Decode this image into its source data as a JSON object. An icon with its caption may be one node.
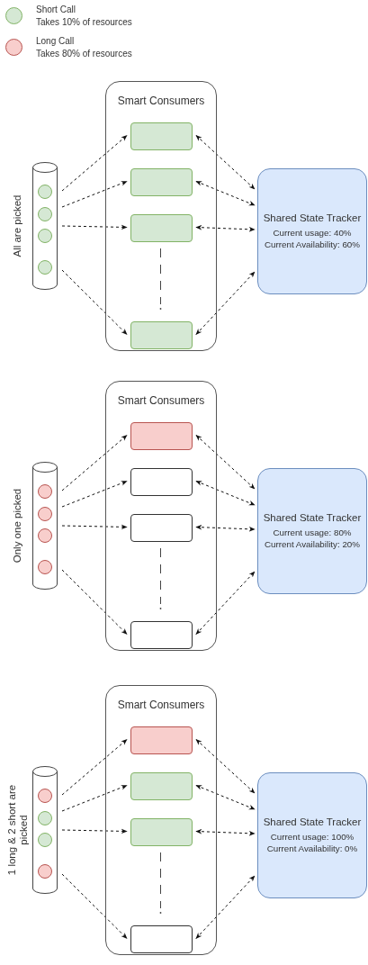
{
  "diagram": {
    "nodes": [
      {
        "text": [],
        "shape": "cylinder",
        "beside": [
          "All are picked"
        ]
      },
      {
        "text": [],
        "shape": "circle",
        "in": 0
      },
      {
        "text": [],
        "shape": "circle",
        "in": 0
      },
      {
        "text": [],
        "shape": "circle",
        "in": 0
      },
      {
        "text": [],
        "shape": "circle",
        "in": 0
      },
      {
        "text": [
          "Smart Consumers"
        ]
      },
      {
        "text": [],
        "shape": "box",
        "in": 5
      },
      {
        "text": [],
        "shape": "box",
        "in": 5
      },
      {
        "text": [],
        "shape": "box",
        "in": 5
      },
      {
        "text": [],
        "shape": "box",
        "in": 5
      },
      {
        "text": [
          "Shared State Tracker",
          "Current usage: 40%",
          "Current Availability: 60%"
        ]
      },
      {
        "text": [],
        "shape": "cylinder",
        "beside": [
          "Only one picked"
        ]
      },
      {
        "text": [],
        "shape": "circle",
        "in": 11
      },
      {
        "text": [],
        "shape": "circle",
        "in": 11
      },
      {
        "text": [],
        "shape": "circle",
        "in": 11
      },
      {
        "text": [],
        "shape": "circle",
        "in": 11
      },
      {
        "text": [
          "Smart Consumers"
        ]
      },
      {
        "text": [],
        "shape": "box",
        "in": 16
      },
      {
        "text": [],
        "shape": "box",
        "in": 16
      },
      {
        "text": [],
        "shape": "box",
        "in": 16
      },
      {
        "text": [],
        "shape": "box",
        "in": 16
      },
      {
        "text": [
          "Shared State Tracker",
          "Current usage: 80%",
          "Current Availability: 20%"
        ]
      },
      {
        "text": [],
        "shape": "cylinder",
        "beside": [
          "1 long & 2 short are picked"
        ]
      },
      {
        "text": [],
        "shape": "circle",
        "in": 22
      },
      {
        "text": [],
        "shape": "circle",
        "in": 22
      },
      {
        "text": [],
        "shape": "circle",
        "in": 22
      },
      {
        "text": [],
        "shape": "circle",
        "in": 22
      },
      {
        "text": [
          "Smart Consumers"
        ]
      },
      {
        "text": [],
        "shape": "box",
        "in": 27
      },
      {
        "text": [],
        "shape": "box",
        "in": 27
      },
      {
        "text": [],
        "shape": "box",
        "in": 27
      },
      {
        "text": [],
        "shape": "box",
        "in": 27
      },
      {
        "text": [
          "Shared State Tracker",
          "Current usage: 100%",
          "Current Availability: 0%"
        ]
      }
    ],
    "edges": [
      {
        "from": 0,
        "to": 6,
        "arrow": "to",
        "style": "dashed"
      },
      {
        "from": 0,
        "to": 7,
        "arrow": "to",
        "style": "dashed"
      },
      {
        "from": 0,
        "to": 8,
        "arrow": "to",
        "style": "dashed"
      },
      {
        "from": 0,
        "to": 9,
        "arrow": "to",
        "style": "dashed"
      },
      {
        "from": 6,
        "to": 10,
        "arrow": "both",
        "style": "dashed"
      },
      {
        "from": 7,
        "to": 10,
        "arrow": "both",
        "style": "dashed"
      },
      {
        "from": 8,
        "to": 10,
        "arrow": "both",
        "style": "dashed"
      },
      {
        "from": 9,
        "to": 10,
        "arrow": "both",
        "style": "dashed"
      },
      {
        "from": 11,
        "to": 17,
        "arrow": "to",
        "style": "dashed"
      },
      {
        "from": 11,
        "to": 18,
        "arrow": "to",
        "style": "dashed"
      },
      {
        "from": 11,
        "to": 19,
        "arrow": "to",
        "style": "dashed"
      },
      {
        "from": 11,
        "to": 20,
        "arrow": "to",
        "style": "dashed"
      },
      {
        "from": 17,
        "to": 21,
        "arrow": "both",
        "style": "dashed"
      },
      {
        "from": 18,
        "to": 21,
        "arrow": "both",
        "style": "dashed"
      },
      {
        "from": 19,
        "to": 21,
        "arrow": "both",
        "style": "dashed"
      },
      {
        "from": 20,
        "to": 21,
        "arrow": "both",
        "style": "dashed"
      },
      {
        "from": 22,
        "to": 28,
        "arrow": "to",
        "style": "dashed"
      },
      {
        "from": 22,
        "to": 29,
        "arrow": "to",
        "style": "dashed"
      },
      {
        "from": 22,
        "to": 30,
        "arrow": "to",
        "style": "dashed"
      },
      {
        "from": 22,
        "to": 31,
        "arrow": "to",
        "style": "dashed"
      },
      {
        "from": 28,
        "to": 32,
        "arrow": "both",
        "style": "dashed"
      },
      {
        "from": 29,
        "to": 32,
        "arrow": "both",
        "style": "dashed"
      },
      {
        "from": 30,
        "to": 32,
        "arrow": "both",
        "style": "dashed"
      },
      {
        "from": 31,
        "to": 32,
        "arrow": "both",
        "style": "dashed"
      }
    ],
    "labels": [
      "Takes 10% of resources",
      "Takes 80% of resources"
    ],
    "legend": [
      {
        "text": "Short Call",
        "color": "#d5e8d4"
      },
      {
        "text": "Long Call",
        "color": "#f8cecc"
      }
    ]
  }
}
